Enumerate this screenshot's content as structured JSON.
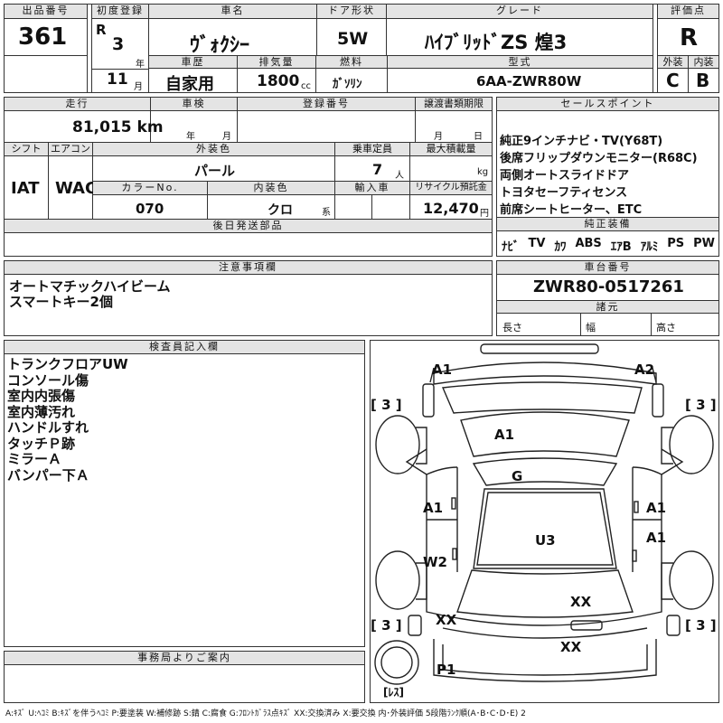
{
  "header": {
    "lot_label": "出品番号",
    "lot_no": "361",
    "first_reg_label": "初度登録",
    "era": "R",
    "year": "3",
    "year_unit": "年",
    "month": "11",
    "month_unit": "月",
    "name_label": "車名",
    "name": "ｳﾞｫｸｼｰ",
    "door_label": "ドア形状",
    "door": "5W",
    "grade_label": "グレード",
    "grade": "ﾊｲﾌﾞﾘｯﾄﾞZS 煌3",
    "score_label": "評価点",
    "score": "R",
    "history_label": "車歴",
    "history": "自家用",
    "disp_label": "排気量",
    "disp": "1800",
    "disp_unit": "cc",
    "fuel_label": "燃料",
    "fuel": "ｶﾞｿﾘﾝ",
    "model_label": "型式",
    "model": "6AA-ZWR80W",
    "ext_label": "外装",
    "ext": "C",
    "int_label": "内装",
    "int": "B"
  },
  "row2": {
    "mileage_label": "走行",
    "mileage": "81,015 km",
    "inspect_label": "車検",
    "inspect_year": "年",
    "inspect_month": "月",
    "reg_label": "登録番号",
    "transfer_label": "譲渡書類期限",
    "transfer_month": "月",
    "transfer_day": "日",
    "shift_label": "シフト",
    "shift": "IAT",
    "ac_label": "エアコン",
    "ac": "WAC",
    "color_label": "外装色",
    "color": "パール",
    "capacity_label": "乗車定員",
    "capacity": "7",
    "capacity_unit": "人",
    "load_label": "最大積載量",
    "load_unit": "kg",
    "color_no_label": "カラーNo.",
    "color_no": "070",
    "int_color_label": "内装色",
    "int_color": "クロ",
    "int_color_unit": "系",
    "import_label": "輸入車",
    "recycle_label": "リサイクル預託金",
    "recycle": "12,470",
    "recycle_unit": "円",
    "later_label": "後日発送部品"
  },
  "sales": {
    "label": "セールスポイント",
    "lines": [
      "純正9インチナビ・TV(Y68T)",
      "後席フリップダウンモニター(R68C)",
      "両側オートスライドドア",
      "トヨタセーフティセンス",
      "前席シートヒーター、ETC"
    ],
    "equip_label": "純正装備",
    "equip": [
      "ﾅﾋﾞ",
      "TV",
      "ｶﾜ",
      "ABS",
      "ｴｱB",
      "ｱﾙﾐ",
      "PS",
      "PW"
    ]
  },
  "caution": {
    "label": "注意事項欄",
    "lines": [
      "オートマチックハイビーム",
      "スマートキー2個"
    ]
  },
  "chassis": {
    "label": "車台番号",
    "number": "ZWR80-0517261",
    "spec_label": "諸元",
    "length": "長さ",
    "width": "幅",
    "height": "高さ"
  },
  "inspector": {
    "label": "検査員記入欄",
    "lines": [
      "トランクフロアUW",
      "コンソール傷",
      "室内内張傷",
      "室内薄汚れ",
      "ハンドルすれ",
      "タッチＰ跡",
      "ミラーＡ",
      "バンパー下Ａ"
    ]
  },
  "diagram": {
    "marks": [
      "A1",
      "A2",
      "A1",
      "G",
      "A1",
      "A1",
      "A1",
      "U3",
      "W2",
      "XX",
      "XX",
      "XX",
      "P1"
    ],
    "bracket": "[ 3 ]",
    "spare": "[ﾚｽ]"
  },
  "office": {
    "label": "事務局よりご案内"
  },
  "legend": "A:ｷｽﾞ U:ﾍｺﾐ B:ｷｽﾞを伴うﾍｺﾐ P:要塗装 W:補修跡 S:錆 C:腐食 G:ﾌﾛﾝﾄｶﾞﾗｽ点ｷｽﾞ XX:交換済み X:要交換 内･外装評価 5段階ﾗﾝｸ順(A･B･C･D･E) 2"
}
